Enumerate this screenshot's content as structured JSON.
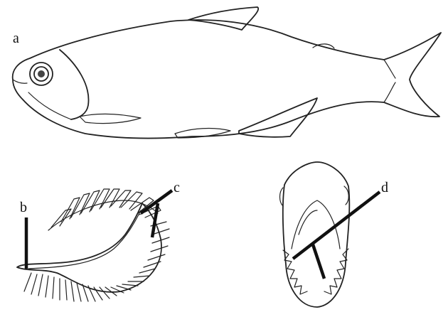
{
  "labels": {
    "a": "a",
    "b": "b",
    "c": "c",
    "d": "d"
  },
  "colors": {
    "ink": "#222222",
    "pointer": "#111111",
    "background": "#ffffff"
  }
}
